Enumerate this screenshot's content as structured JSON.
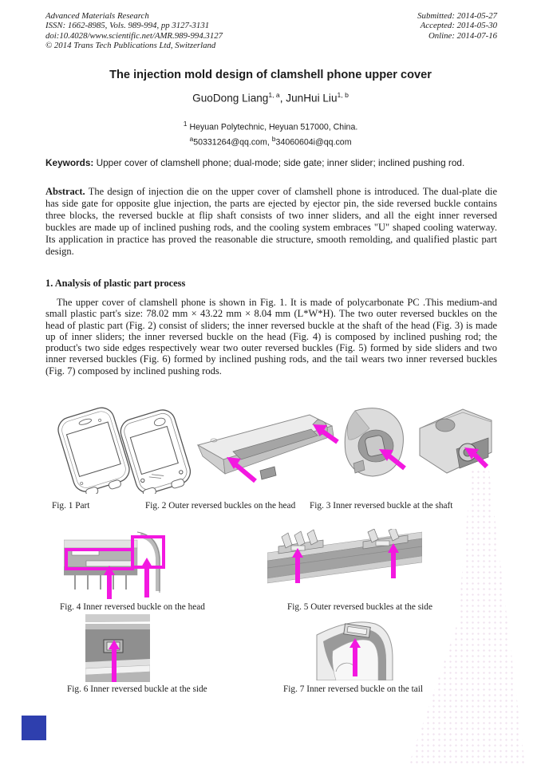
{
  "header": {
    "left_lines": [
      "Advanced Materials Research",
      "ISSN: 1662-8985, Vols. 989-994, pp 3127-3131",
      "doi:10.4028/www.scientific.net/AMR.989-994.3127",
      "© 2014 Trans Tech Publications Ltd, Switzerland"
    ],
    "right_lines": [
      "Submitted: 2014-05-27",
      "Accepted: 2014-05-30",
      "Online: 2014-07-16"
    ]
  },
  "title": "The injection mold design of clamshell phone upper cover",
  "authors": {
    "name1": "GuoDong Liang",
    "sup1": "1, a",
    "sep": ", ",
    "name2": "JunHui Liu",
    "sup2": "1, b"
  },
  "affiliation": {
    "sup": "1",
    "text": "Heyuan Polytechnic, Heyuan 517000, China."
  },
  "emails": {
    "sup_a": "a",
    "addr_a": "50331264@qq.com,",
    "sup_b": "b",
    "addr_b": "34060604i@qq.com"
  },
  "keywords": {
    "label": "Keywords:",
    "text": "Upper cover of clamshell phone; dual-mode; side gate; inner slider; inclined pushing rod."
  },
  "abstract": {
    "label": "Abstract.",
    "text": "The design of injection die on the upper cover of clamshell phone is introduced. The dual-plate die has side gate for opposite glue injection, the parts are ejected by ejector pin, the side reversed buckle contains three blocks, the reversed buckle at flip shaft consists of two inner sliders, and all the eight inner reversed buckles are made up of inclined pushing rods, and the cooling system embraces \"U\" shaped cooling waterway. Its application in practice has proved the reasonable die structure, smooth remolding, and qualified plastic part design."
  },
  "section1": {
    "heading": "1. Analysis of plastic part process",
    "paragraph": "The upper cover of clamshell phone is shown in Fig. 1. It is made of polycarbonate PC .This medium-and small plastic part's size: 78.02 mm × 43.22 mm × 8.04 mm (L*W*H). The two outer reversed buckles on the head of plastic part (Fig. 2) consist of sliders; the inner reversed buckle at the shaft of the head (Fig. 3) is made up of inner sliders; the inner reversed buckle on the head (Fig. 4) is composed by inclined pushing rod; the product's two side edges respectively wear two outer reversed buckles (Fig. 5) formed by side sliders and two inner reversed buckles (Fig. 6) formed by inclined pushing rods, and the tail wears two inner reversed buckles (Fig. 7) composed by inclined pushing rods."
  },
  "figures": {
    "fig1": {
      "caption": "Fig. 1 Part"
    },
    "fig2": {
      "caption": "Fig. 2 Outer reversed buckles on the head"
    },
    "fig3": {
      "caption": "Fig. 3 Inner reversed buckle at the shaft"
    },
    "fig4": {
      "caption": "Fig. 4 Inner reversed buckle on the head"
    },
    "fig5": {
      "caption": "Fig. 5 Outer reversed buckles at the side"
    },
    "fig6": {
      "caption": "Fig. 6 Inner reversed buckle at the side"
    },
    "fig7": {
      "caption": "Fig. 7 Inner reversed buckle on the tail"
    }
  },
  "colors": {
    "arrow_magenta": "#f318e0",
    "annotation_blue": "#2e3fae",
    "watermark_pink": "#d5afd2",
    "cad_light_gray": "#dcdcdc",
    "cad_dark_gray": "#8f8f8f"
  }
}
